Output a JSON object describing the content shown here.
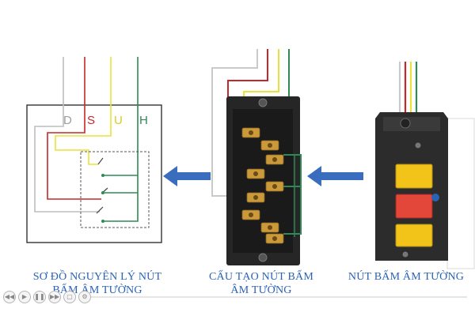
{
  "schematic": {
    "labels": {
      "d": "D",
      "s": "S",
      "u": "U",
      "h": "H"
    }
  },
  "captions": {
    "left": [
      "SƠ ĐỒ NGUYÊN LÝ NÚT",
      "BẤM ÂM TƯỜNG"
    ],
    "middle": [
      "CẤU TẠO NÚT BẤM",
      "ÂM TƯỜNG"
    ],
    "right": [
      "NÚT BẤM ÂM TƯỜNG"
    ]
  },
  "colors": {
    "wire_white": "#bdbdbd",
    "wire_red": "#c4282a",
    "wire_yellow": "#e8e23a",
    "wire_green": "#2f8a55",
    "arrow": "#3a6dbe",
    "caption": "#2a62b5",
    "button_yellow": "#f2c318",
    "button_red": "#e3473a"
  },
  "player_controls": [
    {
      "name": "rewind-icon",
      "glyph": "◀◀"
    },
    {
      "name": "play-icon",
      "glyph": "▶"
    },
    {
      "name": "pause-icon",
      "glyph": "❚❚"
    },
    {
      "name": "next-icon",
      "glyph": "▶▶"
    },
    {
      "name": "fullscreen-icon",
      "glyph": "▢"
    },
    {
      "name": "settings-icon",
      "glyph": "⚙"
    }
  ]
}
